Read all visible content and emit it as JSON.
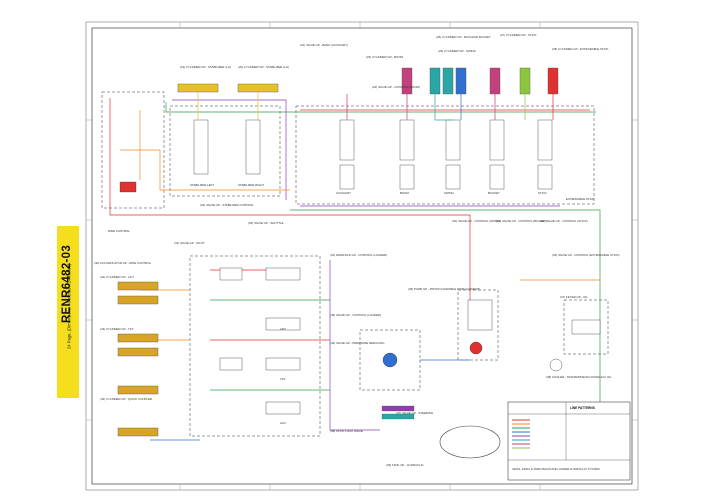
{
  "document": {
    "code": "RENR6482-03",
    "pages_note": "24 Page, (Dimensions: 40 inches x 24 inches)"
  },
  "labels": {
    "stabilizer_left": "(19) CYLINDER GP - STABILIZER (LH)",
    "stabilizer_right": "(20) CYLINDER GP - STABILIZER (LH)",
    "aux_cyl": "(21) VALVE GP - BANK (AUXILIARY)",
    "boom_valve": "(22) VALVE GP - CONTROL (BOOM)",
    "stick_cyl": "(23) CYLINDER GP - BOOM",
    "boom_cyl": "(24) CYLINDER GP - BOOM",
    "bucket_cyl": "(25) CYLINDER GP - BACKHOE BUCKET",
    "swing_cyl": "(26) CYLINDER GP - SWING",
    "stick_cyl2": "(27) CYLINDER GP - STICK",
    "ext_stick": "(28) CYLINDER GP - EXTENDABLE STICK",
    "stabilizer_valve": "(29) VALVE GP - STABILIZER CONTROL",
    "swing_valve": "(30) VALVE GP - CONTROL (SWING)",
    "bucket_valve": "(31) VALVE GP - CONTROL (BUCKET)",
    "stick_valve": "(32) VALVE GP - CONTROL (STICK)",
    "ext_valve": "(33) VALVE GP - CONTROL (EXTENDABLE STICK)",
    "manifold": "(34) MANIFOLD GP - CONTROL (LOADER)",
    "shuttle": "(35) VALVE GP - SHUTTLE",
    "pump": "(36) PUMP GP - PISTON (VARIABLE DISPLACEMENT)",
    "filter": "(37) FILTER GP - OIL",
    "cooler": "(38) COOLER - TRANSMISSION HYDRAULIC OIL",
    "tank": "(39) TANK GP - HYDRAULIC",
    "ride_control": "(40) ACCUMULATOR GP - RIDE CONTROL",
    "pilot_valve": "(41) VALVE GP - PILOT",
    "lift_cyl": "(42) CYLINDER GP - LIFT",
    "tilt_cyl": "(43) CYLINDER GP - TILT",
    "coupler_cyl": "(44) CYLINDER GP - QUICK COUPLER",
    "loader_valve": "(45) VALVE GP - CONTROL (LOADER)",
    "pressure_valve": "(46) VALVE GP - PRESSURE REDUCING",
    "steering": "(47) VALVE GP - STEERING",
    "stick_lower": "(48) STICK LOCK VALVE",
    "lift": "LIFT",
    "tilt": "TILT",
    "aux": "AUX",
    "swing": "SWING",
    "boom": "BOOM",
    "bucket": "BUCKET",
    "stick": "STICK",
    "aux_left": "AUXILIARY",
    "extendable": "EXTENDABLE STICK",
    "stab_l": "STABILIZER LEFT",
    "stab_r": "STABILIZER RIGHT",
    "ride": "RIDE CONTROL",
    "legend_title": "LINE PATTERNS",
    "title_block": "420F2, 430F2 & 450F2 BACKHOE LOADER HYDRAULIC SYSTEM"
  },
  "colors": {
    "sheet_frame": "#444444",
    "tab_yellow": "#f5df1d",
    "pressure_red": "#e03030",
    "pilot_orange": "#f08a24",
    "return_green": "#2e9e45",
    "suction_blue": "#2f6fd0",
    "load_purple": "#8b3fb0",
    "aux_teal": "#2aa6a6",
    "cyl_magenta": "#c2417d",
    "cyl_green": "#8cc63f",
    "cyl_yellow": "#e8c12a",
    "cyl_gold": "#d7a426"
  }
}
